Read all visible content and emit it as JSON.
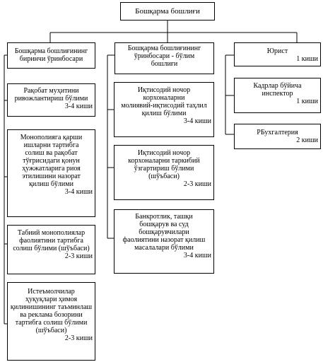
{
  "root": {
    "title": "Бошқарма бошлиғи"
  },
  "columns": {
    "left": {
      "head": {
        "title": "Бошқарма бошлиғининг\nбиринчи ўринбосари"
      },
      "items": [
        {
          "title": "Рақобат муҳитини\nривожлантириш бўлими",
          "count": "3-4 киши"
        },
        {
          "title": "Монополияга қарши\nишларни тартибга\nсолиш ва рақобат\nтўғрисидаги қонун\nҳужжатларига риоя\nэтилишини назорат\nқилиш бўлими",
          "count": "3-4 киши"
        },
        {
          "title": "Табиий монополиялар\nфаолиятини тартибга\nсолиш бўлими (шўъбаси)",
          "count": "2-3 киши"
        },
        {
          "title": "Истеъмолчилар\nҳуқуқлари ҳимоя\nқилинишининг таъминлаш\nва реклама бозорини\nтартибга солиш бўлими\n(шўъбаси)",
          "count": "2-3 киши"
        }
      ]
    },
    "middle": {
      "head": {
        "title": "Бошқарма бошлиғининг\nўринбосари - бўлим\nбошлиғи"
      },
      "items": [
        {
          "title": "Иқтисодий ночор\nкорхоналарни\nмолиявий-иқтисодий таҳлил\nқилиш бўлими",
          "count": "3-4 киши"
        },
        {
          "title": "Иқтисодий ночор\nкорхоналарни таркибий\nўзгартириш бўлими\n(шўъбаси)",
          "count": "2-3 киши"
        },
        {
          "title": "Банкротлик, ташқи\nбошқарув ва суд\nбошқарувчилари\nфаолиятини назорат қилиш\nмасалалари бўлими",
          "count": "3-4 киши"
        }
      ]
    },
    "right": {
      "items": [
        {
          "title": "Юрист",
          "count": "1 киши"
        },
        {
          "title": "Кадрлар бўйича\nинспектор",
          "count": "1 киши"
        },
        {
          "title": "РБухгалтерия",
          "count": "2 киши"
        }
      ]
    }
  }
}
